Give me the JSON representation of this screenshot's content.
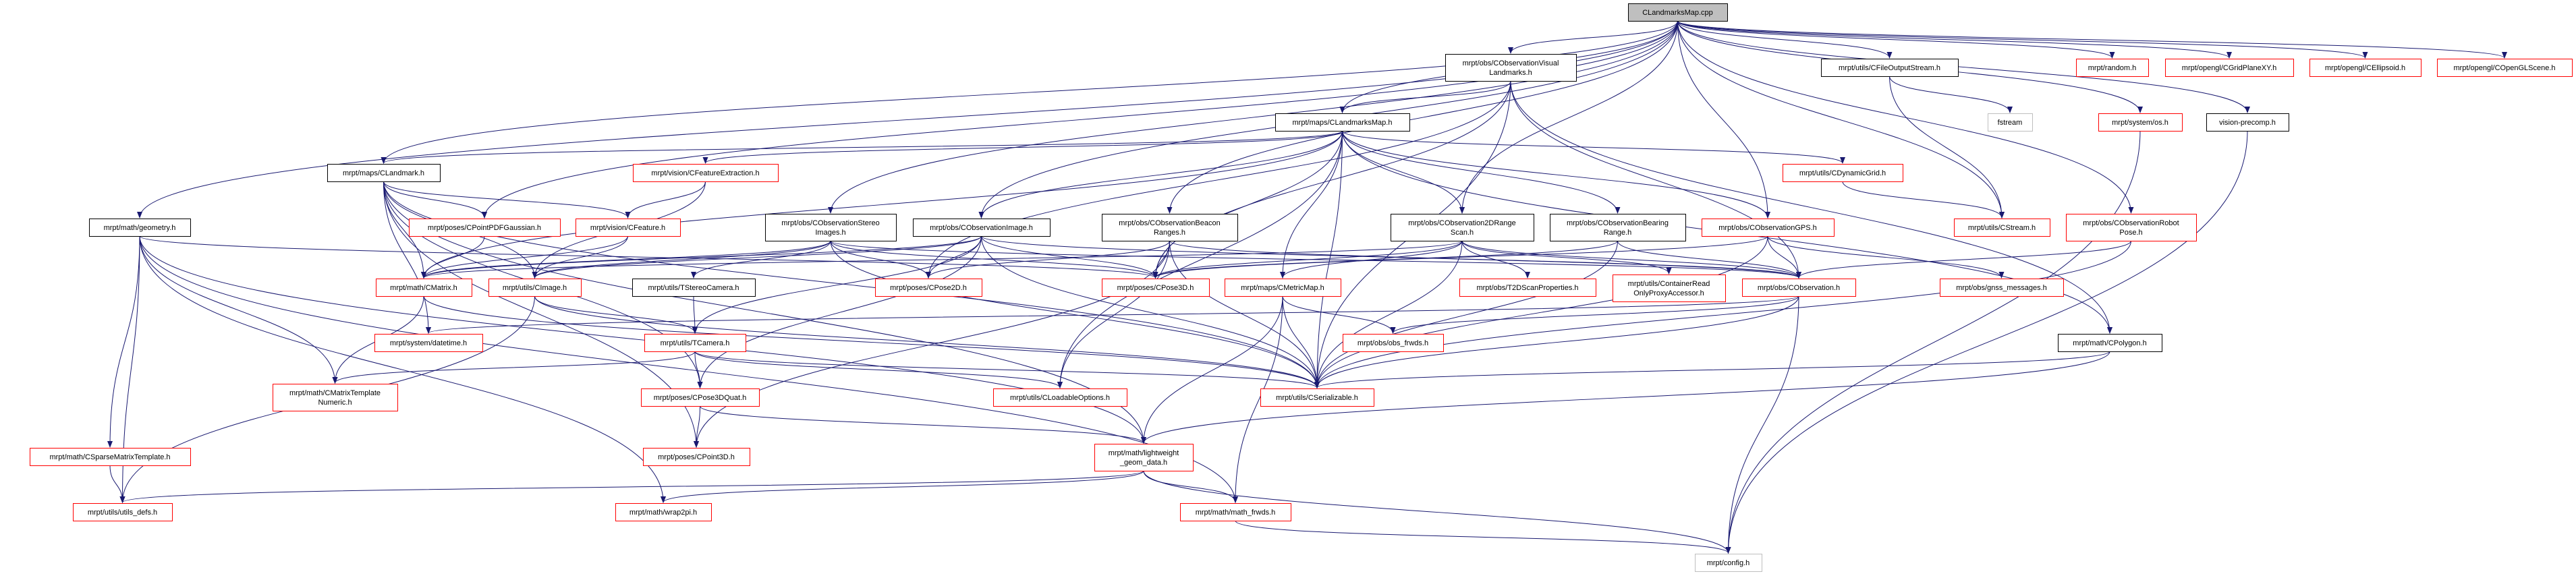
{
  "graph": {
    "title": "CLandmarksMap.cpp",
    "colors": {
      "edge": "#191970",
      "red": "#ff0000",
      "black": "#000000",
      "gray": "#bfbfbf",
      "root_fill": "#bfbfbf"
    },
    "nodes": [
      {
        "id": "cpp",
        "lines": [
          "CLandmarksMap.cpp"
        ],
        "style": "root"
      },
      {
        "id": "visual",
        "lines": [
          "mrpt/obs/CObservationVisual",
          "Landmarks.h"
        ],
        "style": "black"
      },
      {
        "id": "fos",
        "lines": [
          "mrpt/utils/CFileOutputStream.h"
        ],
        "style": "black"
      },
      {
        "id": "random",
        "lines": [
          "mrpt/random.h"
        ],
        "style": "red"
      },
      {
        "id": "grid",
        "lines": [
          "mrpt/opengl/CGridPlaneXY.h"
        ],
        "style": "red"
      },
      {
        "id": "ellipsoid",
        "lines": [
          "mrpt/opengl/CEllipsoid.h"
        ],
        "style": "red"
      },
      {
        "id": "scene",
        "lines": [
          "mrpt/opengl/COpenGLScene.h"
        ],
        "style": "red"
      },
      {
        "id": "lmap",
        "lines": [
          "mrpt/maps/CLandmarksMap.h"
        ],
        "style": "black"
      },
      {
        "id": "fstream",
        "lines": [
          "fstream"
        ],
        "style": "gray"
      },
      {
        "id": "os",
        "lines": [
          "mrpt/system/os.h"
        ],
        "style": "red"
      },
      {
        "id": "vprecomp",
        "lines": [
          "vision-precomp.h"
        ],
        "style": "black"
      },
      {
        "id": "landmark",
        "lines": [
          "mrpt/maps/CLandmark.h"
        ],
        "style": "black"
      },
      {
        "id": "featext",
        "lines": [
          "mrpt/vision/CFeatureExtraction.h"
        ],
        "style": "red"
      },
      {
        "id": "dyngrid",
        "lines": [
          "mrpt/utils/CDynamicGrid.h"
        ],
        "style": "red"
      },
      {
        "id": "geometry",
        "lines": [
          "mrpt/math/geometry.h"
        ],
        "style": "black"
      },
      {
        "id": "ppdf",
        "lines": [
          "mrpt/poses/CPointPDFGaussian.h"
        ],
        "style": "red"
      },
      {
        "id": "feature",
        "lines": [
          "mrpt/vision/CFeature.h"
        ],
        "style": "red"
      },
      {
        "id": "stereo",
        "lines": [
          "mrpt/obs/CObservationStereo",
          "Images.h"
        ],
        "style": "black"
      },
      {
        "id": "obsimg",
        "lines": [
          "mrpt/obs/CObservationImage.h"
        ],
        "style": "black"
      },
      {
        "id": "beacon",
        "lines": [
          "mrpt/obs/CObservationBeacon",
          "Ranges.h"
        ],
        "style": "black"
      },
      {
        "id": "range2d",
        "lines": [
          "mrpt/obs/CObservation2DRange",
          "Scan.h"
        ],
        "style": "black"
      },
      {
        "id": "bearing",
        "lines": [
          "mrpt/obs/CObservationBearing",
          "Range.h"
        ],
        "style": "black"
      },
      {
        "id": "gps",
        "lines": [
          "mrpt/obs/CObservationGPS.h"
        ],
        "style": "red"
      },
      {
        "id": "cstream",
        "lines": [
          "mrpt/utils/CStream.h"
        ],
        "style": "red"
      },
      {
        "id": "robotpose",
        "lines": [
          "mrpt/obs/CObservationRobot",
          "Pose.h"
        ],
        "style": "red"
      },
      {
        "id": "cmatrix",
        "lines": [
          "mrpt/math/CMatrix.h"
        ],
        "style": "red"
      },
      {
        "id": "cimage",
        "lines": [
          "mrpt/utils/CImage.h"
        ],
        "style": "red"
      },
      {
        "id": "tstereo",
        "lines": [
          "mrpt/utils/TStereoCamera.h"
        ],
        "style": "black"
      },
      {
        "id": "pose2d",
        "lines": [
          "mrpt/poses/CPose2D.h"
        ],
        "style": "red"
      },
      {
        "id": "pose3d",
        "lines": [
          "mrpt/poses/CPose3D.h"
        ],
        "style": "red"
      },
      {
        "id": "metricmap",
        "lines": [
          "mrpt/maps/CMetricMap.h"
        ],
        "style": "red"
      },
      {
        "id": "t2dscan",
        "lines": [
          "mrpt/obs/T2DScanProperties.h"
        ],
        "style": "red"
      },
      {
        "id": "container",
        "lines": [
          "mrpt/utils/ContainerRead",
          "OnlyProxyAccessor.h"
        ],
        "style": "red"
      },
      {
        "id": "obs",
        "lines": [
          "mrpt/obs/CObservation.h"
        ],
        "style": "red"
      },
      {
        "id": "gnss",
        "lines": [
          "mrpt/obs/gnss_messages.h"
        ],
        "style": "red"
      },
      {
        "id": "datetime",
        "lines": [
          "mrpt/system/datetime.h"
        ],
        "style": "red"
      },
      {
        "id": "tcamera",
        "lines": [
          "mrpt/utils/TCamera.h"
        ],
        "style": "red"
      },
      {
        "id": "obsfrwds",
        "lines": [
          "mrpt/obs/obs_frwds.h"
        ],
        "style": "red"
      },
      {
        "id": "polygon",
        "lines": [
          "mrpt/math/CPolygon.h"
        ],
        "style": "black"
      },
      {
        "id": "serial",
        "lines": [
          "mrpt/utils/CSerializable.h"
        ],
        "style": "red"
      },
      {
        "id": "pose3dquat",
        "lines": [
          "mrpt/poses/CPose3DQuat.h"
        ],
        "style": "red"
      },
      {
        "id": "loadable",
        "lines": [
          "mrpt/utils/CLoadableOptions.h"
        ],
        "style": "red"
      },
      {
        "id": "cmtn",
        "lines": [
          "mrpt/math/CMatrixTemplate",
          "Numeric.h"
        ],
        "style": "red"
      },
      {
        "id": "sparse",
        "lines": [
          "mrpt/math/CSparseMatrixTemplate.h"
        ],
        "style": "red"
      },
      {
        "id": "point3d",
        "lines": [
          "mrpt/poses/CPoint3D.h"
        ],
        "style": "red"
      },
      {
        "id": "lightweight",
        "lines": [
          "mrpt/math/lightweight",
          "_geom_data.h"
        ],
        "style": "red"
      },
      {
        "id": "utilsdefs",
        "lines": [
          "mrpt/utils/utils_defs.h"
        ],
        "style": "red"
      },
      {
        "id": "wrap2pi",
        "lines": [
          "mrpt/math/wrap2pi.h"
        ],
        "style": "red"
      },
      {
        "id": "mathfrwds",
        "lines": [
          "mrpt/math/math_frwds.h"
        ],
        "style": "red"
      },
      {
        "id": "config",
        "lines": [
          "mrpt/config.h"
        ],
        "style": "gray"
      }
    ],
    "edges": [
      [
        "cpp",
        "geometry"
      ],
      [
        "cpp",
        "landmark"
      ],
      [
        "cpp",
        "ppdf"
      ],
      [
        "cpp",
        "stereo"
      ],
      [
        "cpp",
        "obsimg"
      ],
      [
        "cpp",
        "beacon"
      ],
      [
        "cpp",
        "lmap"
      ],
      [
        "cpp",
        "visual"
      ],
      [
        "cpp",
        "range2d"
      ],
      [
        "cpp",
        "gps"
      ],
      [
        "cpp",
        "fos"
      ],
      [
        "cpp",
        "random"
      ],
      [
        "cpp",
        "grid"
      ],
      [
        "cpp",
        "ellipsoid"
      ],
      [
        "cpp",
        "scene"
      ],
      [
        "cpp",
        "os"
      ],
      [
        "cpp",
        "vprecomp"
      ],
      [
        "cpp",
        "robotpose"
      ],
      [
        "cpp",
        "cstream"
      ],
      [
        "visual",
        "lmap"
      ],
      [
        "visual",
        "obs"
      ],
      [
        "visual",
        "pose3d"
      ],
      [
        "visual",
        "serial"
      ],
      [
        "visual",
        "pose2d"
      ],
      [
        "visual",
        "polygon"
      ],
      [
        "fos",
        "fstream"
      ],
      [
        "fos",
        "cstream"
      ],
      [
        "lmap",
        "landmark"
      ],
      [
        "lmap",
        "featext"
      ],
      [
        "lmap",
        "obsimg"
      ],
      [
        "lmap",
        "metricmap"
      ],
      [
        "lmap",
        "range2d"
      ],
      [
        "lmap",
        "bearing"
      ],
      [
        "lmap",
        "gps"
      ],
      [
        "lmap",
        "dyngrid"
      ],
      [
        "lmap",
        "serial"
      ],
      [
        "lmap",
        "cmatrix"
      ],
      [
        "lmap",
        "pose3d"
      ],
      [
        "lmap",
        "loadable"
      ],
      [
        "lmap",
        "polygon"
      ],
      [
        "landmark",
        "ppdf"
      ],
      [
        "landmark",
        "feature"
      ],
      [
        "landmark",
        "cmatrix"
      ],
      [
        "landmark",
        "cimage"
      ],
      [
        "landmark",
        "datetime"
      ],
      [
        "landmark",
        "serial"
      ],
      [
        "landmark",
        "point3d"
      ],
      [
        "landmark",
        "pose3dquat"
      ],
      [
        "landmark",
        "lightweight"
      ],
      [
        "geometry",
        "cmtn"
      ],
      [
        "geometry",
        "sparse"
      ],
      [
        "geometry",
        "utilsdefs"
      ],
      [
        "geometry",
        "wrap2pi"
      ],
      [
        "geometry",
        "mathfrwds"
      ],
      [
        "geometry",
        "pose3d"
      ],
      [
        "geometry",
        "lightweight"
      ],
      [
        "ppdf",
        "cmatrix"
      ],
      [
        "featext",
        "feature"
      ],
      [
        "featext",
        "cimage"
      ],
      [
        "feature",
        "cmatrix"
      ],
      [
        "feature",
        "cimage"
      ],
      [
        "stereo",
        "cmatrix"
      ],
      [
        "stereo",
        "cimage"
      ],
      [
        "stereo",
        "tstereo"
      ],
      [
        "stereo",
        "pose2d"
      ],
      [
        "stereo",
        "pose3d"
      ],
      [
        "stereo",
        "serial"
      ],
      [
        "stereo",
        "obs"
      ],
      [
        "obsimg",
        "cmatrix"
      ],
      [
        "obsimg",
        "cimage"
      ],
      [
        "obsimg",
        "pose2d"
      ],
      [
        "obsimg",
        "pose3d"
      ],
      [
        "obsimg",
        "tcamera"
      ],
      [
        "obsimg",
        "obs"
      ],
      [
        "obsimg",
        "serial"
      ],
      [
        "obsimg",
        "pose3dquat"
      ],
      [
        "beacon",
        "pose2d"
      ],
      [
        "beacon",
        "pose3d"
      ],
      [
        "beacon",
        "obs"
      ],
      [
        "beacon",
        "loadable"
      ],
      [
        "beacon",
        "point3d"
      ],
      [
        "beacon",
        "serial"
      ],
      [
        "range2d",
        "metricmap"
      ],
      [
        "range2d",
        "t2dscan"
      ],
      [
        "range2d",
        "container"
      ],
      [
        "range2d",
        "obs"
      ],
      [
        "range2d",
        "pose3d"
      ],
      [
        "range2d",
        "serial"
      ],
      [
        "range2d",
        "cmatrix"
      ],
      [
        "bearing",
        "obs"
      ],
      [
        "bearing",
        "pose3d"
      ],
      [
        "bearing",
        "serial"
      ],
      [
        "gps",
        "obs"
      ],
      [
        "gps",
        "gnss"
      ],
      [
        "gps",
        "pose3d"
      ],
      [
        "gps",
        "serial"
      ],
      [
        "robotpose",
        "obs"
      ],
      [
        "robotpose",
        "serial"
      ],
      [
        "dyngrid",
        "cstream"
      ],
      [
        "cmatrix",
        "cmtn"
      ],
      [
        "cmatrix",
        "serial"
      ],
      [
        "cimage",
        "tcamera"
      ],
      [
        "cimage",
        "utilsdefs"
      ],
      [
        "cimage",
        "serial"
      ],
      [
        "tstereo",
        "tcamera"
      ],
      [
        "tcamera",
        "pose3dquat"
      ],
      [
        "tcamera",
        "serial"
      ],
      [
        "tcamera",
        "loadable"
      ],
      [
        "tcamera",
        "cmtn"
      ],
      [
        "metricmap",
        "obsfrwds"
      ],
      [
        "metricmap",
        "serial"
      ],
      [
        "metricmap",
        "lightweight"
      ],
      [
        "metricmap",
        "mathfrwds"
      ],
      [
        "obs",
        "datetime"
      ],
      [
        "obs",
        "serial"
      ],
      [
        "obs",
        "obsfrwds"
      ],
      [
        "obs",
        "config"
      ],
      [
        "polygon",
        "serial"
      ],
      [
        "polygon",
        "lightweight"
      ],
      [
        "pose3dquat",
        "point3d"
      ],
      [
        "pose3dquat",
        "lightweight"
      ],
      [
        "sparse",
        "utilsdefs"
      ],
      [
        "lightweight",
        "utilsdefs"
      ],
      [
        "lightweight",
        "wrap2pi"
      ],
      [
        "lightweight",
        "mathfrwds"
      ],
      [
        "lightweight",
        "config"
      ],
      [
        "mathfrwds",
        "config"
      ],
      [
        "os",
        "config"
      ],
      [
        "vprecomp",
        "config"
      ]
    ]
  }
}
